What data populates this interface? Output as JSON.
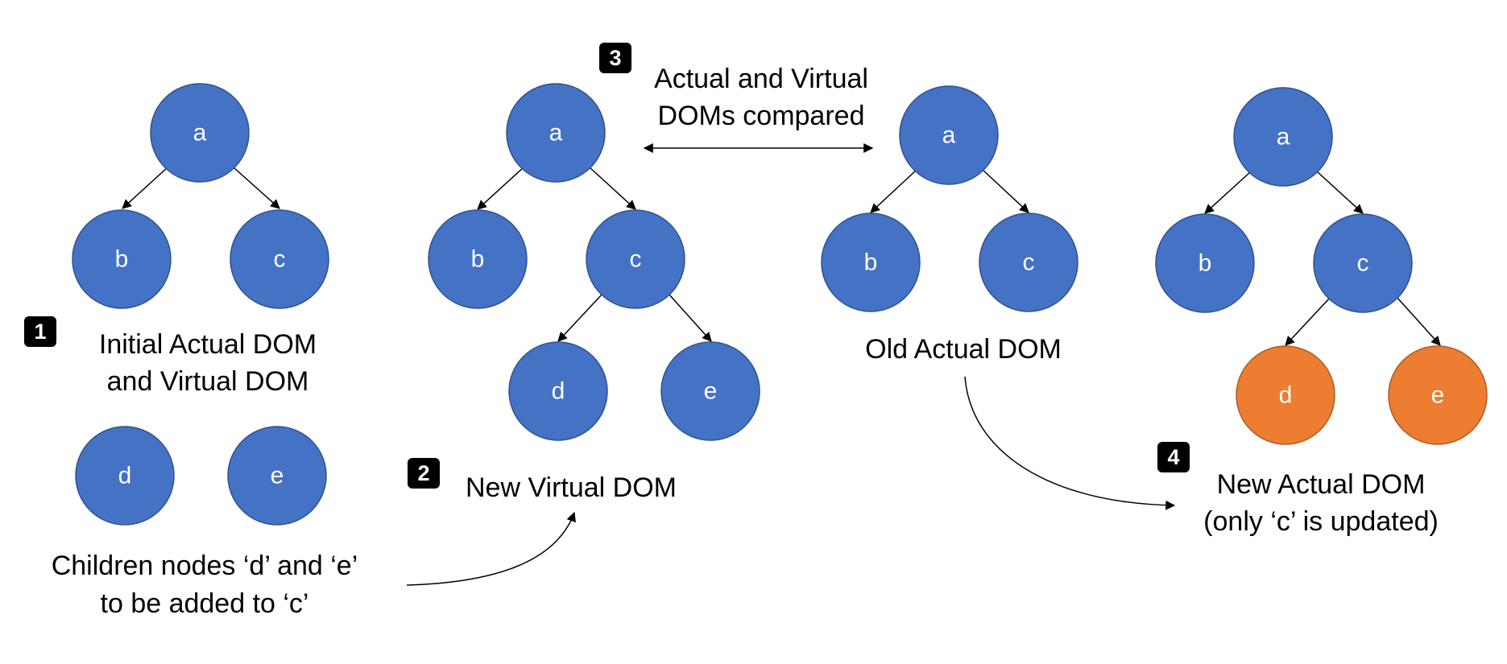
{
  "colors": {
    "node_default": "#4472C4",
    "node_default_stroke": "#2F528F",
    "node_updated": "#ED7D31",
    "node_updated_stroke": "#AE5A21",
    "badge": "#000000",
    "edge": "#000000"
  },
  "steps": [
    {
      "number": "1",
      "caption_line1": "Initial Actual DOM",
      "caption_line2": "and Virtual DOM",
      "tree": {
        "root": "a",
        "left": "b",
        "right": "c"
      },
      "pending_nodes": [
        "d",
        "e"
      ],
      "note_line1": "Children nodes ‘d’ and ‘e’",
      "note_line2": "to be added to ‘c’"
    },
    {
      "number": "2",
      "caption": "New Virtual DOM",
      "tree": {
        "root": "a",
        "left": "b",
        "right": "c",
        "right_left": "d",
        "right_right": "e"
      }
    },
    {
      "number": "3",
      "caption_line1": "Actual and Virtual",
      "caption_line2": "DOMs compared"
    },
    {
      "caption": "Old Actual DOM",
      "tree": {
        "root": "a",
        "left": "b",
        "right": "c"
      }
    },
    {
      "number": "4",
      "caption_line1": "New Actual DOM",
      "caption_line2": "(only ‘c’ is updated)",
      "tree": {
        "root": "a",
        "left": "b",
        "right": "c",
        "right_left": "d",
        "right_right": "e"
      },
      "updated_nodes": [
        "d",
        "e"
      ]
    }
  ]
}
